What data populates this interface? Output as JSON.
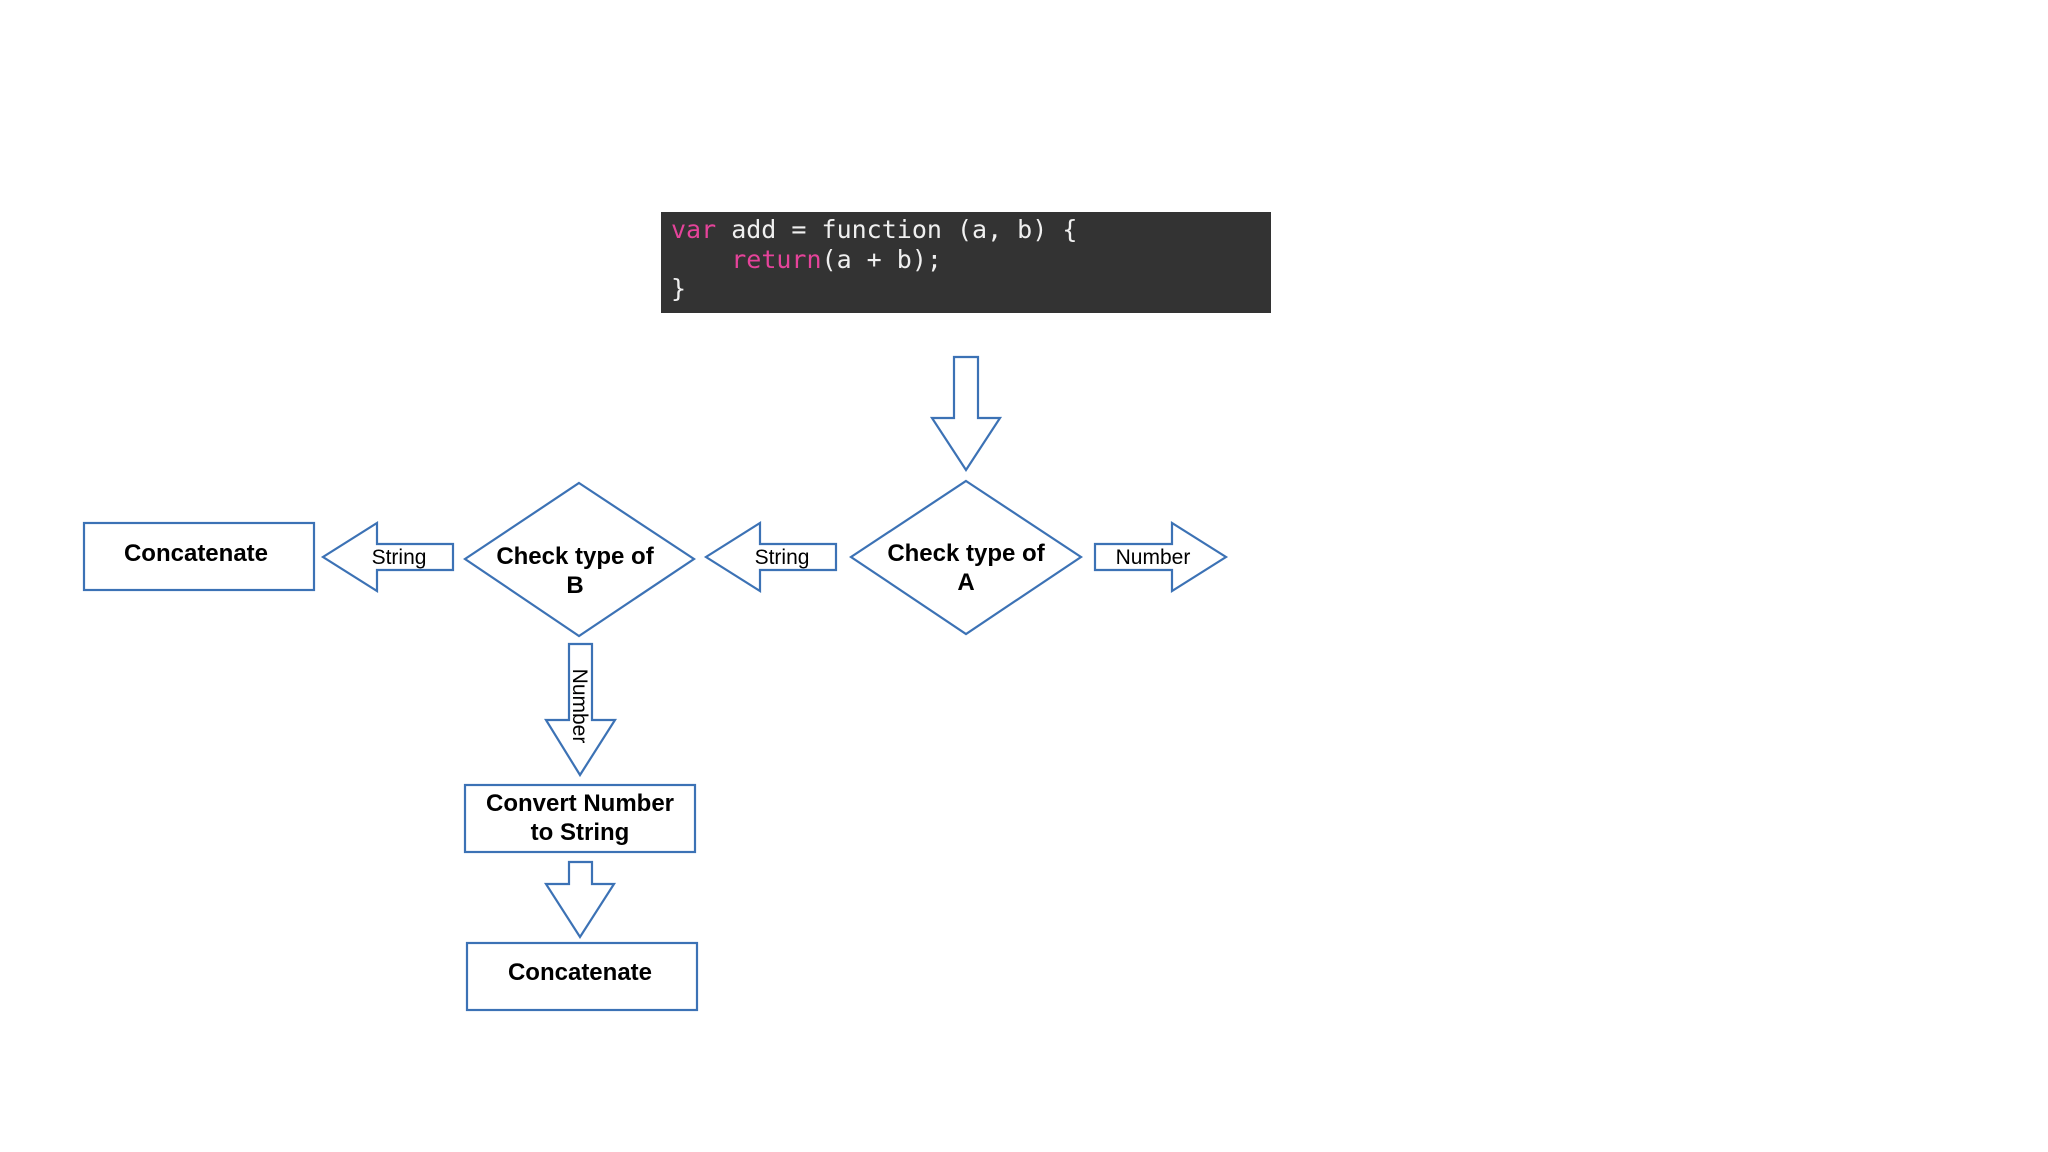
{
  "code": {
    "lines": [
      [
        {
          "text": "var",
          "kind": "keyword"
        },
        {
          "text": " add = function (a, b) {",
          "kind": "plain"
        }
      ],
      [
        {
          "text": "    ",
          "kind": "plain"
        },
        {
          "text": "return",
          "kind": "keyword"
        },
        {
          "text": "(a + b);",
          "kind": "plain"
        }
      ],
      [
        {
          "text": "}",
          "kind": "plain"
        }
      ]
    ],
    "colors": {
      "background": "#333333",
      "text": "#f0f0f0",
      "keyword": "#e5439a"
    }
  },
  "diagram": {
    "colors": {
      "stroke": "#3c72b5",
      "fill": "#ffffff"
    },
    "nodes": {
      "check_a": {
        "line1": "Check type of",
        "line2": "A"
      },
      "check_b": {
        "line1": "Check type of",
        "line2": "B"
      },
      "concat_left": {
        "label": "Concatenate"
      },
      "convert": {
        "line1": "Convert Number",
        "line2": "to String"
      },
      "concat_bottom": {
        "label": "Concatenate"
      }
    },
    "edges": {
      "a_string": "String",
      "a_number": "Number",
      "b_string": "String",
      "b_number": "Number"
    }
  }
}
